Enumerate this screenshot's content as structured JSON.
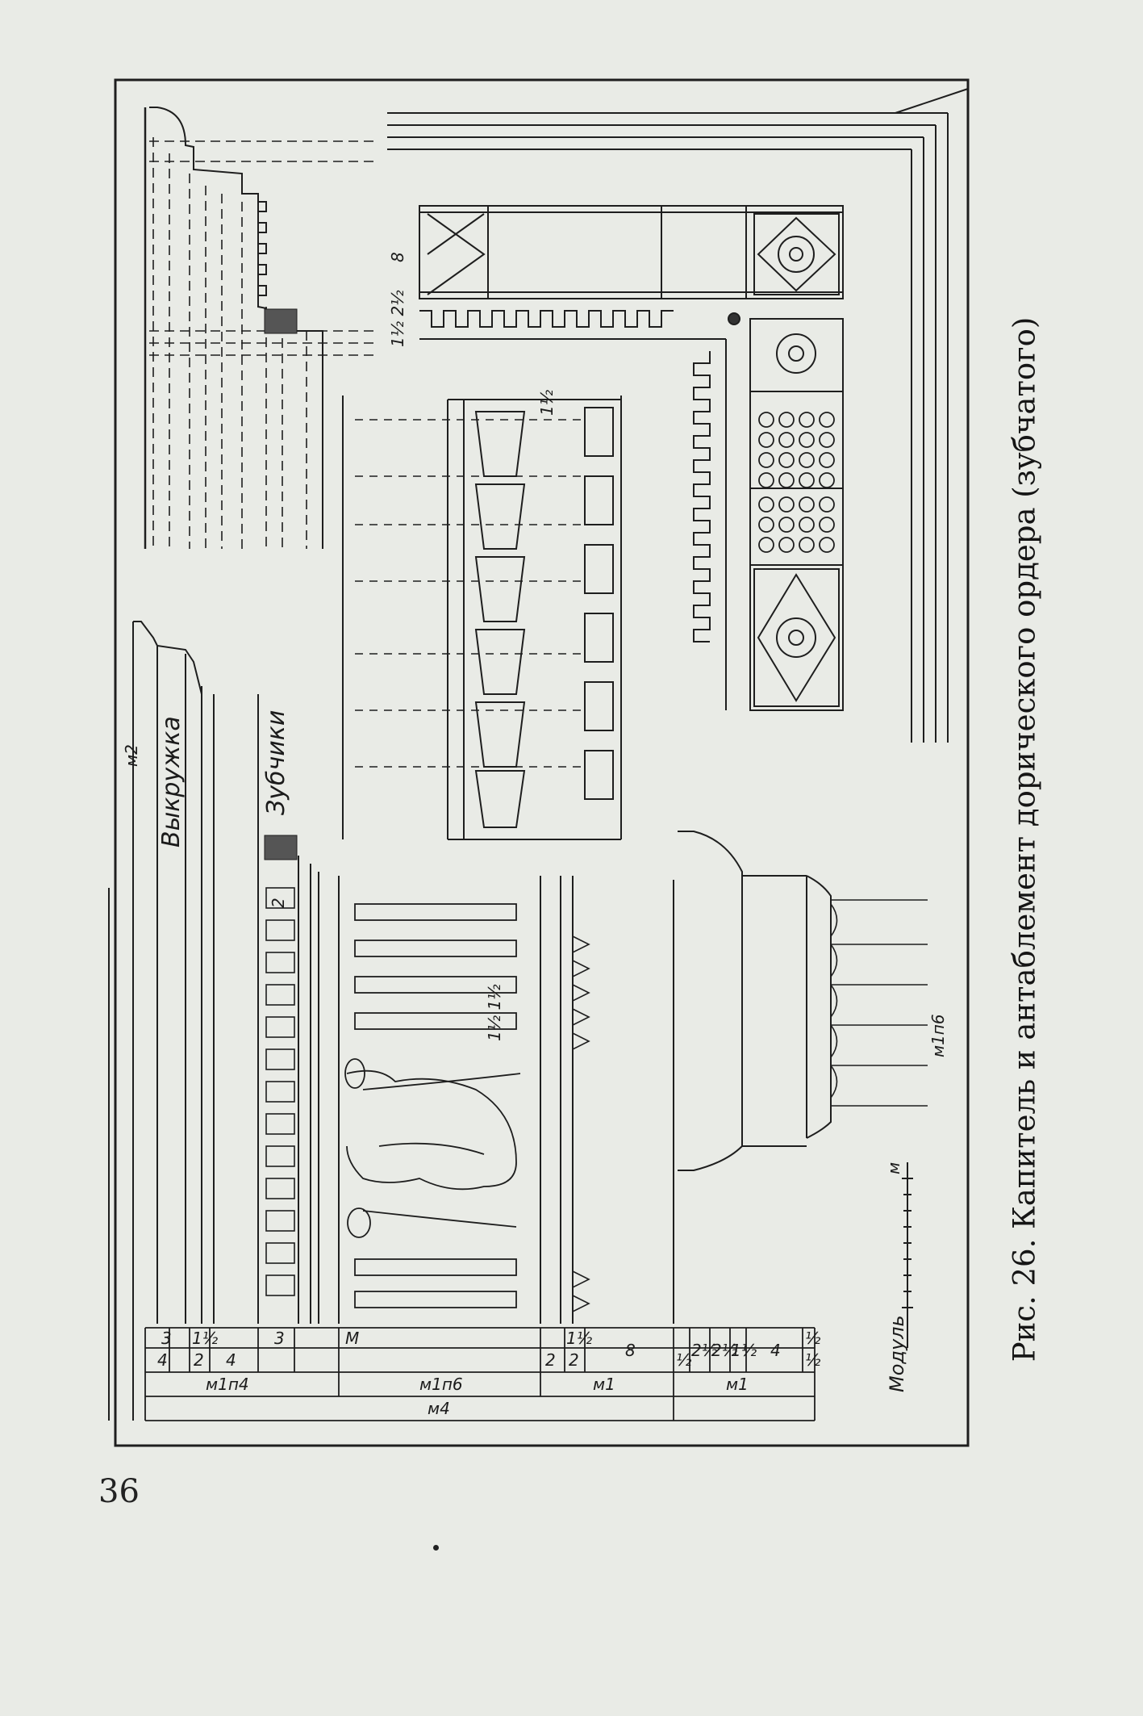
{
  "page": {
    "number": "36"
  },
  "figure": {
    "caption": "Рис. 26. Капитель и антаблемент дорического ордера (зубчатого)",
    "labels": {
      "cyma": "Выкружка",
      "dentils": "Зубчики",
      "scale": "Модуль"
    },
    "dimensions": {
      "m2": "м2",
      "m1p4": "м1п4",
      "m1p6_a": "м1п6",
      "m1p6_b": "м1п6",
      "m1_a": "м1",
      "m1_b": "м1",
      "m4": "м4",
      "m": "м",
      "M": "М",
      "r1": [
        "3",
        "1½",
        "3"
      ],
      "r2": [
        "4",
        "2",
        "4"
      ],
      "fr": [
        "2",
        "1½",
        "2",
        "8",
        "½",
        "2½",
        "2½",
        "1½",
        "4",
        "½",
        "½"
      ],
      "sq": "2",
      "half": "1½",
      "eight": "8",
      "v": "1½ 2½",
      "triglyph": "1½ 1½"
    }
  }
}
